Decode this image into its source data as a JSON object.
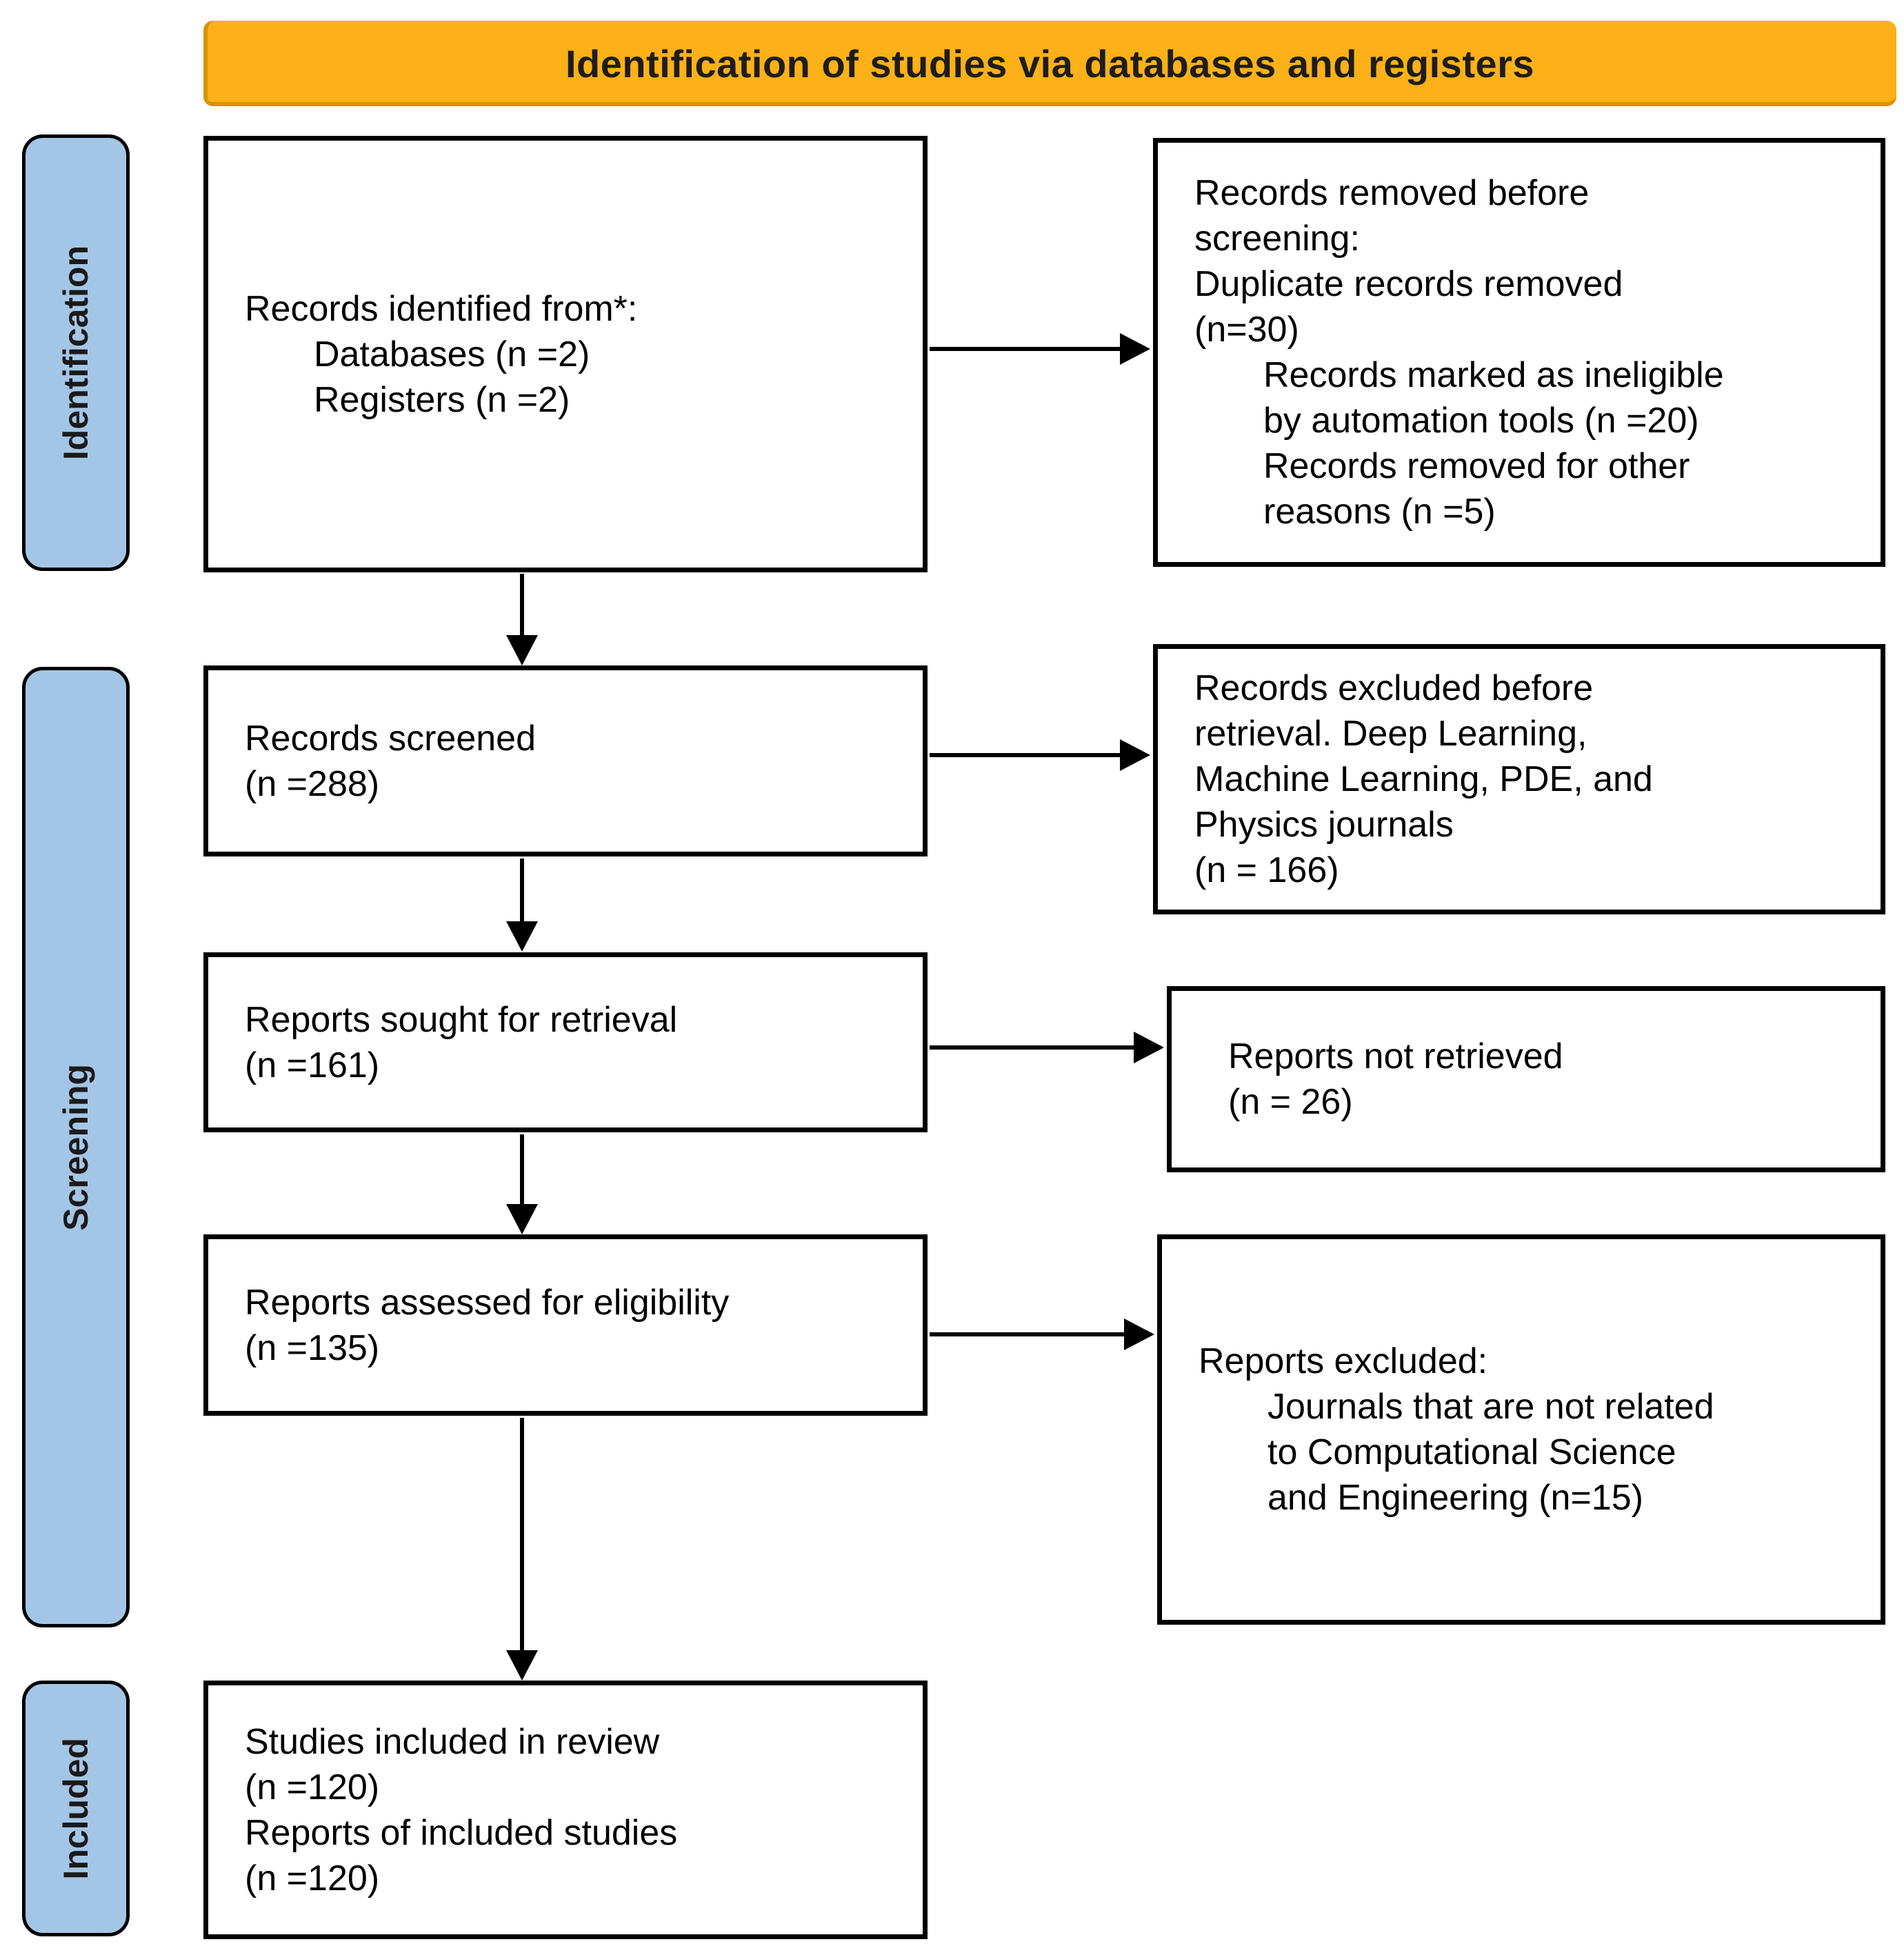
{
  "title": "PRISMA flow diagram",
  "banner": {
    "label": "Identification of studies via databases and registers"
  },
  "stages": {
    "identification": "Identification",
    "screening": "Screening",
    "included": "Included"
  },
  "boxes": {
    "main": [
      {
        "id": "records-identified",
        "lines": [
          {
            "text": "Records identified from*:",
            "indent": 0
          },
          {
            "text": "Databases (n =2)",
            "indent": 1
          },
          {
            "text": "Registers (n =2)",
            "indent": 1
          }
        ]
      },
      {
        "id": "records-screened",
        "lines": [
          {
            "text": "Records screened",
            "indent": 0
          },
          {
            "text": "(n =288)",
            "indent": 0
          }
        ]
      },
      {
        "id": "reports-sought",
        "lines": [
          {
            "text": "Reports sought for retrieval",
            "indent": 0
          },
          {
            "text": "(n =161)",
            "indent": 0
          }
        ]
      },
      {
        "id": "reports-assessed",
        "lines": [
          {
            "text": "Reports assessed for eligibility",
            "indent": 0
          },
          {
            "text": "(n =135)",
            "indent": 0
          }
        ]
      },
      {
        "id": "studies-included",
        "lines": [
          {
            "text": "Studies included in review",
            "indent": 0
          },
          {
            "text": "(n =120)",
            "indent": 0
          },
          {
            "text": "Reports of included studies",
            "indent": 0
          },
          {
            "text": "(n =120)",
            "indent": 0
          }
        ]
      }
    ],
    "side": [
      {
        "id": "records-removed-before-screening",
        "lines": [
          {
            "text": "Records removed before",
            "indent": 0
          },
          {
            "text": "screening:",
            "indent": 0
          },
          {
            "text": "Duplicate records removed",
            "indent": 0
          },
          {
            "text": "(n=30)",
            "indent": 0
          },
          {
            "text": "Records marked as ineligible",
            "indent": 1
          },
          {
            "text": "by automation tools (n =20)",
            "indent": 1
          },
          {
            "text": "Records removed for other",
            "indent": 1
          },
          {
            "text": "reasons (n =5)",
            "indent": 1
          }
        ]
      },
      {
        "id": "records-excluded-before-retrieval",
        "lines": [
          {
            "text": "Records excluded before",
            "indent": 0
          },
          {
            "text": "retrieval. Deep Learning,",
            "indent": 0
          },
          {
            "text": "Machine Learning, PDE, and",
            "indent": 0
          },
          {
            "text": "Physics journals",
            "indent": 0
          },
          {
            "text": "(n = 166)",
            "indent": 0
          }
        ]
      },
      {
        "id": "reports-not-retrieved",
        "lines": [
          {
            "text": "Reports not retrieved",
            "indent": 0
          },
          {
            "text": "(n = 26)",
            "indent": 0
          }
        ]
      },
      {
        "id": "reports-excluded",
        "lines": [
          {
            "text": "Reports excluded:",
            "indent": 0
          },
          {
            "text": "Journals that are not related",
            "indent": 1
          },
          {
            "text": "to Computational Science",
            "indent": 1
          },
          {
            "text": "and Engineering (n=15)",
            "indent": 1
          }
        ]
      }
    ]
  },
  "colors": {
    "banner_bg": "#FBB117",
    "banner_edge": "#D89400",
    "banner_text": "#1D1D1B",
    "stage_bg": "#A4C6E6",
    "stage_border": "#000000",
    "box_bg": "#FFFFFF",
    "box_border": "#000000",
    "arrow": "#000000",
    "text": "#000000"
  }
}
